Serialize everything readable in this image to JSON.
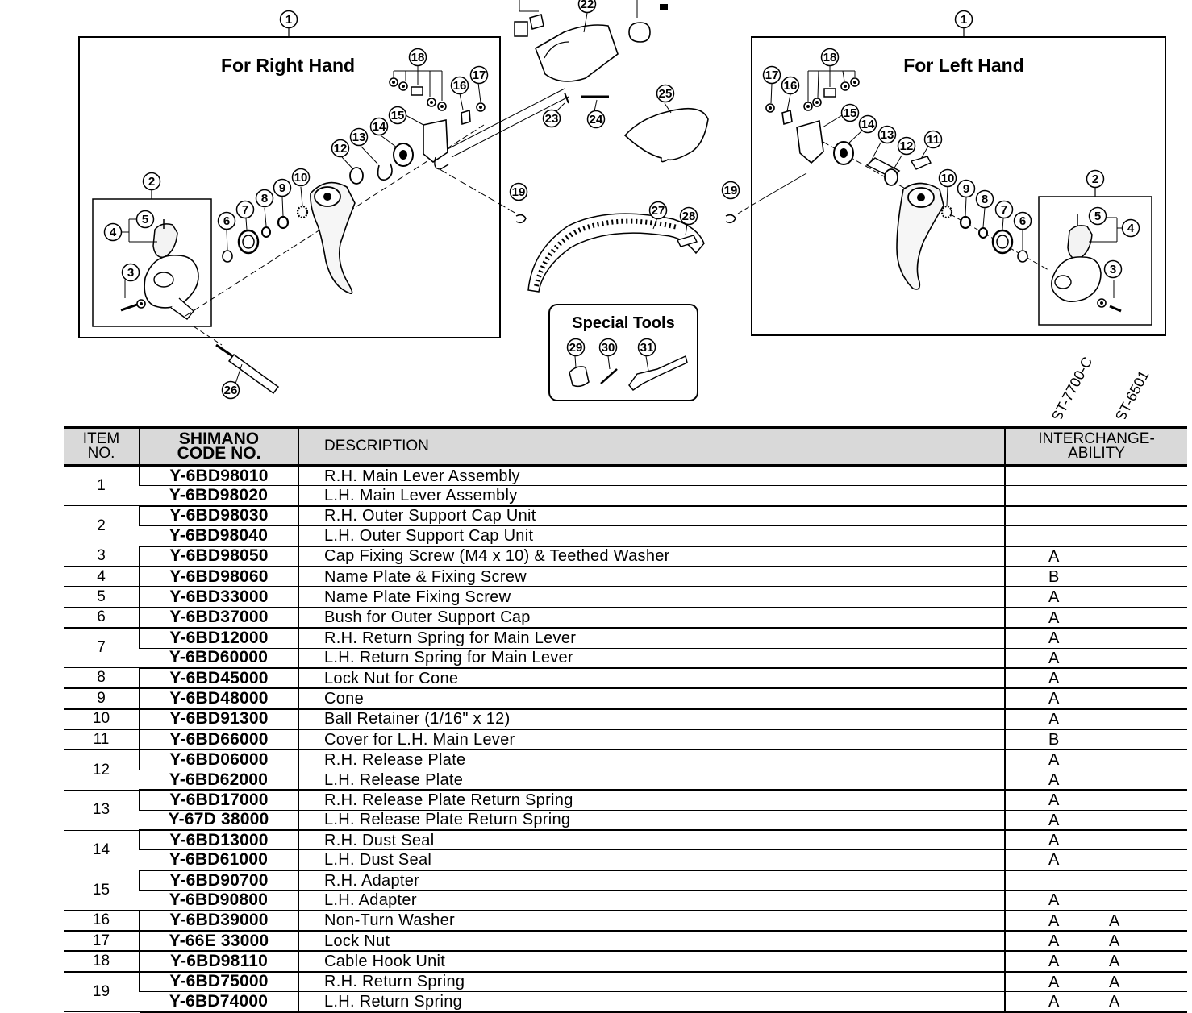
{
  "diagram": {
    "right_panel_title": "For Right Hand",
    "left_panel_title": "For Left Hand",
    "special_tools_title": "Special Tools",
    "model_labels": [
      "ST-7700-C",
      "ST-6501"
    ],
    "callouts": {
      "n1": "1",
      "n2": "2",
      "n3": "3",
      "n4": "4",
      "n5": "5",
      "n6": "6",
      "n7": "7",
      "n8": "8",
      "n9": "9",
      "n10": "10",
      "n11": "11",
      "n12": "12",
      "n13": "13",
      "n14": "14",
      "n15": "15",
      "n16": "16",
      "n17": "17",
      "n18": "18",
      "n19": "19",
      "n22": "22",
      "n23": "23",
      "n24": "24",
      "n25": "25",
      "n26": "26",
      "n27": "27",
      "n28": "28",
      "n29": "29",
      "n30": "30",
      "n31": "31"
    }
  },
  "table": {
    "headers": {
      "item_line1": "ITEM",
      "item_line2": "NO.",
      "code_line1": "SHIMANO",
      "code_line2": "CODE NO.",
      "description": "DESCRIPTION",
      "inter_line1": "INTERCHANGE-",
      "inter_line2": "ABILITY"
    },
    "groups": [
      {
        "item": "1",
        "rows": [
          {
            "code": "Y-6BD98010",
            "description": "R.H. Main Lever Assembly",
            "ia": "",
            "ib": ""
          },
          {
            "code": "Y-6BD98020",
            "description": "L.H. Main Lever Assembly",
            "ia": "",
            "ib": ""
          }
        ]
      },
      {
        "item": "2",
        "rows": [
          {
            "code": "Y-6BD98030",
            "description": "R.H. Outer Support Cap Unit",
            "ia": "",
            "ib": ""
          },
          {
            "code": "Y-6BD98040",
            "description": "L.H. Outer Support Cap Unit",
            "ia": "",
            "ib": ""
          }
        ]
      },
      {
        "item": "3",
        "rows": [
          {
            "code": "Y-6BD98050",
            "description": "Cap Fixing Screw (M4 x 10) & Teethed Washer",
            "ia": "A",
            "ib": ""
          }
        ]
      },
      {
        "item": "4",
        "rows": [
          {
            "code": "Y-6BD98060",
            "description": "Name Plate & Fixing Screw",
            "ia": "B",
            "ib": ""
          }
        ]
      },
      {
        "item": "5",
        "rows": [
          {
            "code": "Y-6BD33000",
            "description": "Name Plate Fixing Screw",
            "ia": "A",
            "ib": ""
          }
        ]
      },
      {
        "item": "6",
        "rows": [
          {
            "code": "Y-6BD37000",
            "description": "Bush for Outer Support Cap",
            "ia": "A",
            "ib": ""
          }
        ]
      },
      {
        "item": "7",
        "rows": [
          {
            "code": "Y-6BD12000",
            "description": "R.H. Return Spring for Main Lever",
            "ia": "A",
            "ib": ""
          },
          {
            "code": "Y-6BD60000",
            "description": "L.H. Return Spring for Main Lever",
            "ia": "A",
            "ib": ""
          }
        ]
      },
      {
        "item": "8",
        "rows": [
          {
            "code": "Y-6BD45000",
            "description": "Lock Nut for Cone",
            "ia": "A",
            "ib": ""
          }
        ]
      },
      {
        "item": "9",
        "rows": [
          {
            "code": "Y-6BD48000",
            "description": "Cone",
            "ia": "A",
            "ib": ""
          }
        ]
      },
      {
        "item": "10",
        "rows": [
          {
            "code": "Y-6BD91300",
            "description": "Ball Retainer (1/16\" x 12)",
            "ia": "A",
            "ib": ""
          }
        ]
      },
      {
        "item": "11",
        "rows": [
          {
            "code": "Y-6BD66000",
            "description": "Cover for L.H. Main Lever",
            "ia": "B",
            "ib": ""
          }
        ]
      },
      {
        "item": "12",
        "rows": [
          {
            "code": "Y-6BD06000",
            "description": "R.H. Release Plate",
            "ia": "A",
            "ib": ""
          },
          {
            "code": "Y-6BD62000",
            "description": "L.H. Release Plate",
            "ia": "A",
            "ib": ""
          }
        ]
      },
      {
        "item": "13",
        "rows": [
          {
            "code": "Y-6BD17000",
            "description": "R.H. Release Plate Return Spring",
            "ia": "A",
            "ib": ""
          },
          {
            "code": "Y-67D 38000",
            "description": "L.H. Release Plate Return Spring",
            "ia": "A",
            "ib": ""
          }
        ]
      },
      {
        "item": "14",
        "rows": [
          {
            "code": "Y-6BD13000",
            "description": "R.H. Dust Seal",
            "ia": "A",
            "ib": ""
          },
          {
            "code": "Y-6BD61000",
            "description": "L.H. Dust Seal",
            "ia": "A",
            "ib": ""
          }
        ]
      },
      {
        "item": "15",
        "rows": [
          {
            "code": "Y-6BD90700",
            "description": "R.H. Adapter",
            "ia": "",
            "ib": ""
          },
          {
            "code": "Y-6BD90800",
            "description": "L.H. Adapter",
            "ia": "A",
            "ib": ""
          }
        ]
      },
      {
        "item": "16",
        "rows": [
          {
            "code": "Y-6BD39000",
            "description": "Non-Turn Washer",
            "ia": "A",
            "ib": "A"
          }
        ]
      },
      {
        "item": "17",
        "rows": [
          {
            "code": "Y-66E 33000",
            "description": "Lock Nut",
            "ia": "A",
            "ib": "A"
          }
        ]
      },
      {
        "item": "18",
        "rows": [
          {
            "code": "Y-6BD98110",
            "description": "Cable Hook Unit",
            "ia": "A",
            "ib": "A"
          }
        ]
      },
      {
        "item": "19",
        "rows": [
          {
            "code": "Y-6BD75000",
            "description": "R.H. Return Spring",
            "ia": "A",
            "ib": "A"
          },
          {
            "code": "Y-6BD74000",
            "description": "L.H. Return Spring",
            "ia": "A",
            "ib": "A"
          }
        ]
      }
    ]
  }
}
